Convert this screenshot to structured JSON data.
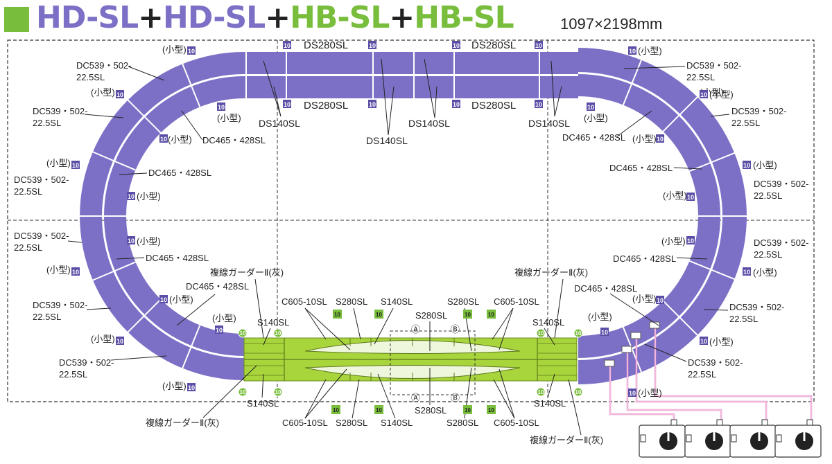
{
  "title": {
    "part1": "HD-SL",
    "plus1": "+",
    "part2": "HD-SL",
    "plus2": "+",
    "part3": "HB-SL",
    "plus3": "+",
    "part4": "HB-SL"
  },
  "dimensions": "1097×2198mm",
  "colors": {
    "track_purple": "#7b70c6",
    "track_green": "#a8d43c",
    "bridge_green": "#78bd3b",
    "badge": "#5a4ea6",
    "wire_pink": "#e889c4"
  },
  "labels": {
    "ds280": "DS280SL",
    "ds140": "DS140SL",
    "dc465": "DC465・428SL",
    "dc539_a": "DC539・502-",
    "dc539_b": "22.5SL",
    "small": "(小型)",
    "ten": "10",
    "s140": "S140SL",
    "s280": "S280SL",
    "c605": "C605-10SL",
    "girder": "複線ガーダーⅡ(灰)",
    "a": "Ⓐ",
    "b": "Ⓑ"
  }
}
